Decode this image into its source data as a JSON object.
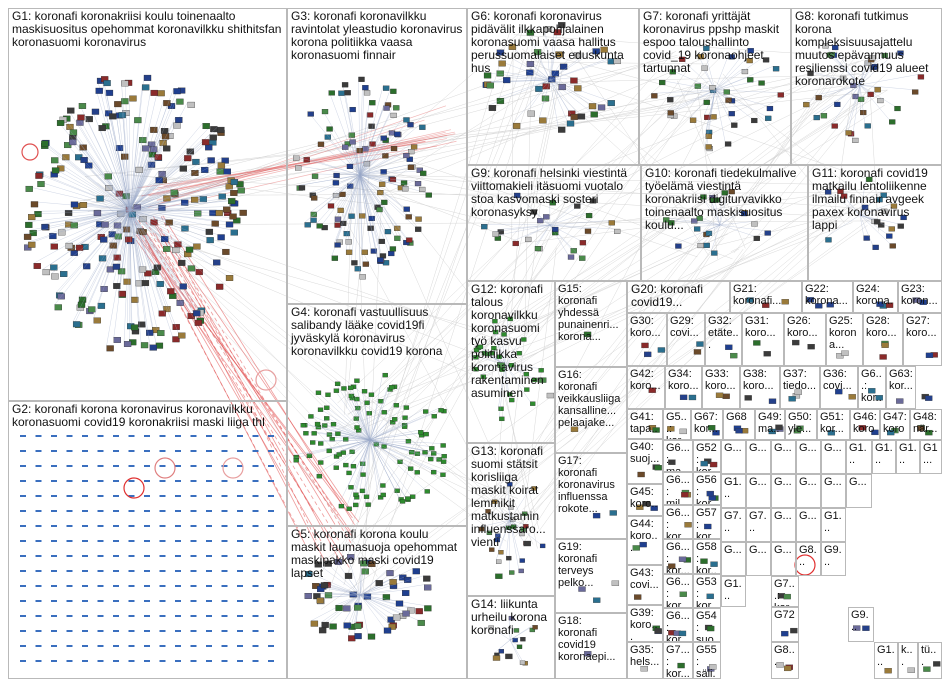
{
  "groups": [
    {
      "id": "G1",
      "label": "G1: koronafi koronakriisi koulu toinenaalto maskisuositus opehommat koronavilkku shithitsfan koronasuomi koronavirus"
    },
    {
      "id": "G2",
      "label": "G2: koronafi korona koronavirus koronavilkku koronasuomi covid19 koronakriisi maski liiga thl"
    },
    {
      "id": "G3",
      "label": "G3: koronafi koronavilkku ravintolat yleastudio koronavirus korona politiikka vaasa koronasuomi finnair"
    },
    {
      "id": "G4",
      "label": "G4: koronafi vastuullisuus salibandy lääke covid19fi jyväskylä koronavirus koronavilkku covid19 korona"
    },
    {
      "id": "G5",
      "label": "G5: koronafi korona koulu maskit laumasuoja opehommat maskipakko maski covid19 lapset"
    },
    {
      "id": "G6",
      "label": "G6: koronafi koronavirus pidävälit ilkkapohjalainen koronasuomi vaasa hallitus perussuomalaiset eduskunta hus"
    },
    {
      "id": "G7",
      "label": "G7: koronafi yrittäjät koronavirus ppshp maskit espoo taloushallinto covid_19 koronaohjeet tartunnat"
    },
    {
      "id": "G8",
      "label": "G8: koronafi tutkimus korona kompleksisuusajattelu muutos epävarmuus resilienssi covid19 alueet koronarokote"
    },
    {
      "id": "G9",
      "label": "G9: koronafi helsinki viestintä viittomakieli itäsuomi vuotalo stoa kasvomaski sosteri koronasyksy"
    },
    {
      "id": "G10",
      "label": "G10: koronafi tiedekulmalive työelämä viestintä koronakriisi digiturvavikko toinenaalto maskisuositus koulu..."
    },
    {
      "id": "G11",
      "label": "G11: koronafi covid19 matkailu lentoliikenne ilmailu finnair avgeek paxex koronavirus lappi"
    },
    {
      "id": "G12",
      "label": "G12: koronafi talous koronavilkku koronasuomi työ kasvu politiikka koronavirus rakentaminen asuminen"
    },
    {
      "id": "G13",
      "label": "G13: koronafi suomi stätsit korisliiga maskit koirat lemmikit matkustamin influenssaro... vienti"
    },
    {
      "id": "G14",
      "label": "G14: liikunta urheilu korona koronafi"
    },
    {
      "id": "G15",
      "label": "G15: koronafi yhdessä punainenri... korona..."
    },
    {
      "id": "G16",
      "label": "G16: koronafi veikkausliiga kansalline... pelaajake..."
    },
    {
      "id": "G17",
      "label": "G17: koronafi koronavirus influenssa rokote..."
    },
    {
      "id": "G18",
      "label": "G18: koronafi covid19 koronaepi..."
    },
    {
      "id": "G19",
      "label": "G19: koronafi terveys pelko..."
    },
    {
      "id": "G20",
      "label": "G20: koronafi covid19..."
    },
    {
      "id": "G21",
      "label": "G21: koronafi..."
    },
    {
      "id": "G22",
      "label": "G22: korona..."
    },
    {
      "id": "G23",
      "label": "G23: koron..."
    },
    {
      "id": "G24",
      "label": "G24: korona..."
    },
    {
      "id": "G25",
      "label": "G25: korona..."
    },
    {
      "id": "G26",
      "label": "G26: koro..."
    },
    {
      "id": "G27",
      "label": "G27: koro..."
    },
    {
      "id": "G28",
      "label": "G28: koro..."
    },
    {
      "id": "G29",
      "label": "G29: covi..."
    },
    {
      "id": "G30",
      "label": "G30: koro..."
    },
    {
      "id": "G31",
      "label": "G31: koro..."
    },
    {
      "id": "G32",
      "label": "G32: etäte..."
    },
    {
      "id": "G33",
      "label": "G33: koro..."
    },
    {
      "id": "G34",
      "label": "G34: koro..."
    },
    {
      "id": "G35",
      "label": "G35: hels..."
    },
    {
      "id": "G36",
      "label": "G36: covi..."
    },
    {
      "id": "G37",
      "label": "G37: tiedo..."
    },
    {
      "id": "G38",
      "label": "G38: koro..."
    },
    {
      "id": "G39",
      "label": "G39: koro..."
    },
    {
      "id": "G40",
      "label": "G40: suoj..."
    },
    {
      "id": "G41",
      "label": "G41: tapa..."
    },
    {
      "id": "G42",
      "label": "G42: koro..."
    },
    {
      "id": "G43",
      "label": "G43: covi..."
    },
    {
      "id": "G44",
      "label": "G44: koro..."
    },
    {
      "id": "G45",
      "label": "G45: koro..."
    },
    {
      "id": "G46",
      "label": "G46: koro..."
    },
    {
      "id": "G47",
      "label": "G47: koro..."
    },
    {
      "id": "G48",
      "label": "G48: när..."
    },
    {
      "id": "G49",
      "label": "G49: ma..."
    },
    {
      "id": "G50",
      "label": "G50: yle..."
    },
    {
      "id": "G51",
      "label": "G51: kor..."
    },
    {
      "id": "G52",
      "label": "G52: kor..."
    },
    {
      "id": "G53",
      "label": "G53: kor..."
    },
    {
      "id": "G54",
      "label": "G54: suo..."
    },
    {
      "id": "G55",
      "label": "G55: säli..."
    },
    {
      "id": "G56",
      "label": "G56: kor..."
    },
    {
      "id": "G57",
      "label": "G57: kor..."
    },
    {
      "id": "G58",
      "label": "G58: kor..."
    },
    {
      "id": "G59",
      "label": "G5...: kor..."
    },
    {
      "id": "G60",
      "label": "G6...: ma..."
    },
    {
      "id": "G61",
      "label": "G6...: mil..."
    },
    {
      "id": "G62",
      "label": "G6...: kor..."
    },
    {
      "id": "G63",
      "label": "G63: kor..."
    },
    {
      "id": "G64",
      "label": "G6...: kor..."
    },
    {
      "id": "G65",
      "label": "G6...: kor..."
    },
    {
      "id": "G66",
      "label": "G6...: kor..."
    },
    {
      "id": "G67",
      "label": "G67: kor..."
    },
    {
      "id": "G68",
      "label": "G68"
    },
    {
      "id": "G6x",
      "label": "G6...: kor..."
    },
    {
      "id": "G7a",
      "label": "G7...: kor..."
    },
    {
      "id": "G7b",
      "label": "G7...: kor..."
    },
    {
      "id": "G72",
      "label": "G72"
    },
    {
      "id": "G8x",
      "label": "G8..."
    },
    {
      "id": "G9x",
      "label": "G9..."
    },
    {
      "id": "G1x",
      "label": "G1..."
    },
    {
      "id": "Gk",
      "label": "k..."
    },
    {
      "id": "Gt",
      "label": "tü..."
    }
  ],
  "grid_labels": [
    "G...",
    "G...",
    "G...",
    "G...",
    "G...",
    "G1...",
    "G1...",
    "G1...",
    "G1...",
    "G1...",
    "G...",
    "G...",
    "G...",
    "G...",
    "G...",
    "G7...",
    "G7...",
    "G...",
    "G...",
    "G1...",
    "G...",
    "G...",
    "G...",
    "G8...",
    "G9...",
    "G1..."
  ]
}
